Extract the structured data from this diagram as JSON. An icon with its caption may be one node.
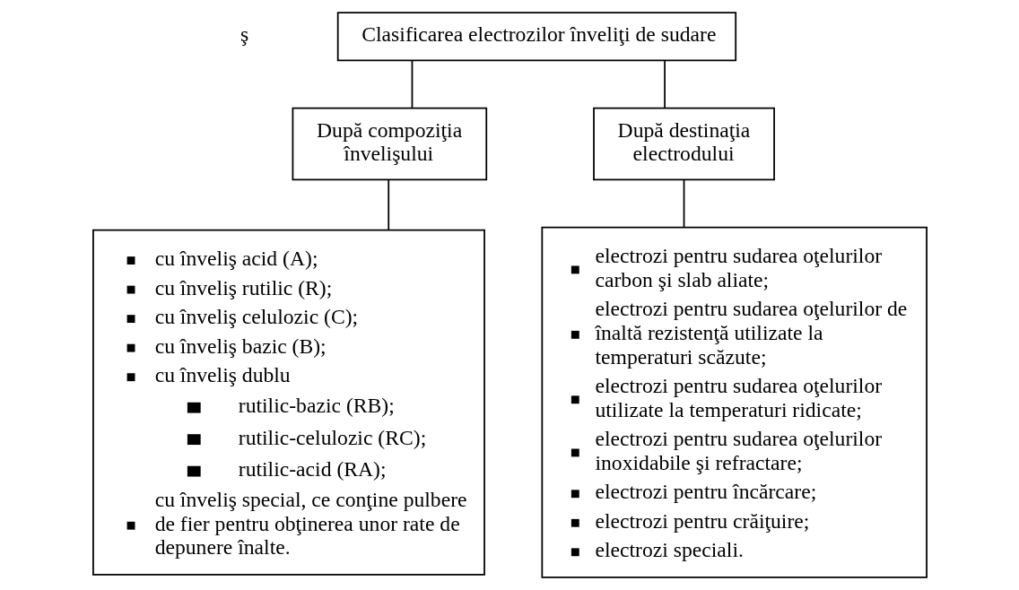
{
  "diagram": {
    "nodes": [
      {
        "text": [
          "Clasificarea electrozilor înveliţi de sudare"
        ]
      },
      {
        "text": [
          "După compoziţia învelişului"
        ]
      },
      {
        "text": [
          "După destinaţia electrodului"
        ]
      },
      {
        "text": [
          "cu înveliş acid (A);",
          "cu înveliş rutilic (R);",
          "cu înveliş celulozic (C);",
          "cu înveliş bazic (B);",
          "cu înveliş dublu",
          "rutilic-bazic (RB);",
          "rutilic-celulozic (RC);",
          "rutilic-acid (RA);",
          "cu înveliş special, ce conţine pulbere de fier pentru obţinerea unor rate de depunere înalte."
        ]
      },
      {
        "text": [
          "electrozi pentru sudarea oţelurilor carbon şi slab aliate;",
          "electrozi pentru sudarea oţelurilor de înaltă rezistenţă utilizate la temperaturi scăzute;",
          "electrozi pentru sudarea oţelurilor utilizate la temperaturi ridicate;",
          "electrozi pentru sudarea oţelurilor inoxidabile şi refractare;",
          "electrozi pentru încărcare;",
          "electrozi pentru crăiţuire;",
          "electrozi speciali."
        ]
      }
    ],
    "edges": [
      {
        "from": 0,
        "to": 1,
        "arrow": "none"
      },
      {
        "from": 0,
        "to": 2,
        "arrow": "none"
      },
      {
        "from": 1,
        "to": 3,
        "arrow": "none"
      },
      {
        "from": 2,
        "to": 4,
        "arrow": "none"
      }
    ],
    "labels": [
      "ş"
    ]
  }
}
